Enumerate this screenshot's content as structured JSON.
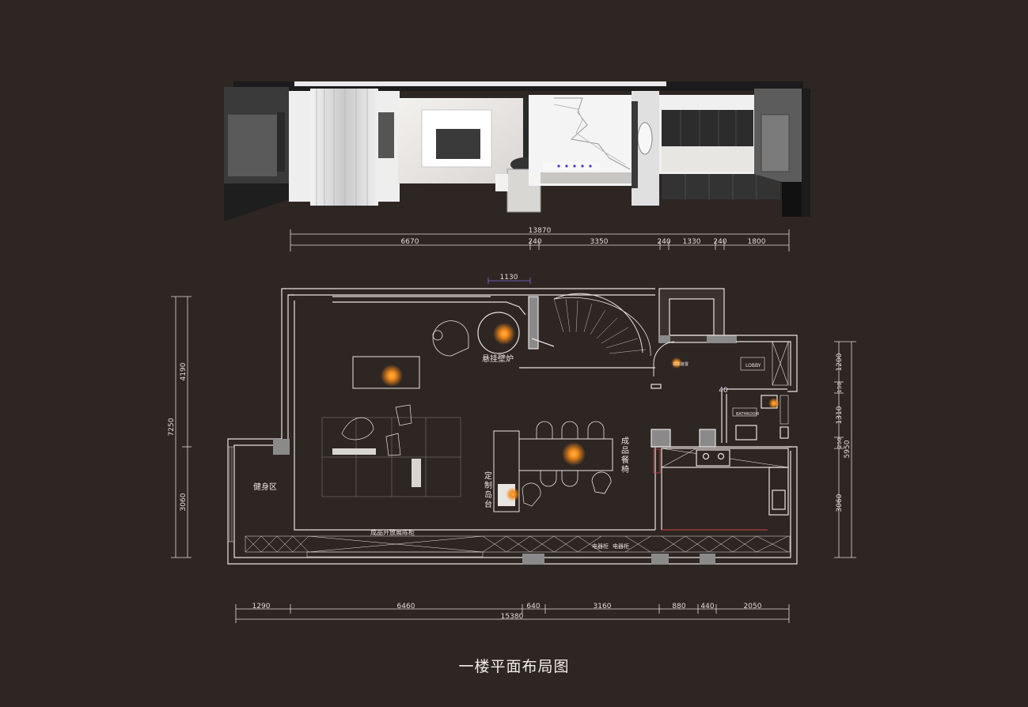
{
  "caption": "一楼平面布局图",
  "elevation": {
    "total_width": "13870",
    "segments": [
      "6670",
      "240",
      "3350",
      "240",
      "1330",
      "240",
      "1800"
    ]
  },
  "plan": {
    "top_dim": "1130",
    "bottom_total": "15380",
    "bottom_segments": [
      "1290",
      "6460",
      "640",
      "3160",
      "880",
      "440",
      "2050"
    ],
    "left_total": "7250",
    "left_segments": [
      "4190",
      "3060"
    ],
    "right_total": "5950",
    "right_segments": [
      "1200",
      "150",
      "1310",
      "250",
      "3060"
    ],
    "small_dim": "40",
    "labels": {
      "fireplace": "悬挂壁炉",
      "gym": "健身区",
      "island": [
        "定",
        "制",
        "岛",
        "台"
      ],
      "dining_chairs": [
        "成",
        "品",
        "餐",
        "椅"
      ],
      "display_cabinet": "成品开放展陈柜",
      "appliance_1": "电器柜",
      "appliance_2": "电器柜",
      "lobby": "LOBBY",
      "bathroom": "BATHROOM",
      "entry_tag": "玄关装置"
    }
  },
  "colors": {
    "background": "#2e2623",
    "line": "#e8e4e0",
    "light": "#f29a1f"
  }
}
